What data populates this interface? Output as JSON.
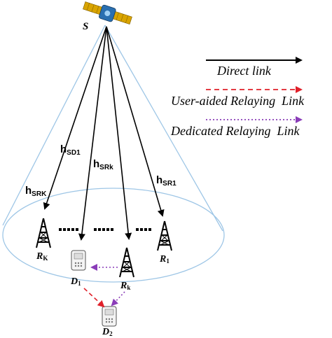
{
  "satellite": {
    "label": "S"
  },
  "legend": {
    "direct": "Direct link",
    "user_aided": "User-aided Relaying  Link",
    "dedicated": "Dedicated Relaying  Link"
  },
  "channels": {
    "h_srK": {
      "main": "h",
      "sub": "SRK"
    },
    "h_sd1": {
      "main": "h",
      "sub": "SD1"
    },
    "h_srk": {
      "main": "h",
      "sub": "SRk"
    },
    "h_sr1": {
      "main": "h",
      "sub": "SR1"
    }
  },
  "nodes": {
    "R_K": {
      "main": "R",
      "sub": "K"
    },
    "R_1": {
      "main": "R",
      "sub": "1"
    },
    "R_k": {
      "main": "R",
      "sub": "k"
    },
    "D_1": {
      "main": "D",
      "sub": "1"
    },
    "D_2": {
      "main": "D",
      "sub": "2"
    }
  },
  "colors": {
    "beam": "#9ec6e6",
    "direct": "#000000",
    "user_aided": "#e0202a",
    "dedicated": "#8a3cb8",
    "satellite_body": "#2a6fb0",
    "satellite_panel": "#d9a400"
  }
}
